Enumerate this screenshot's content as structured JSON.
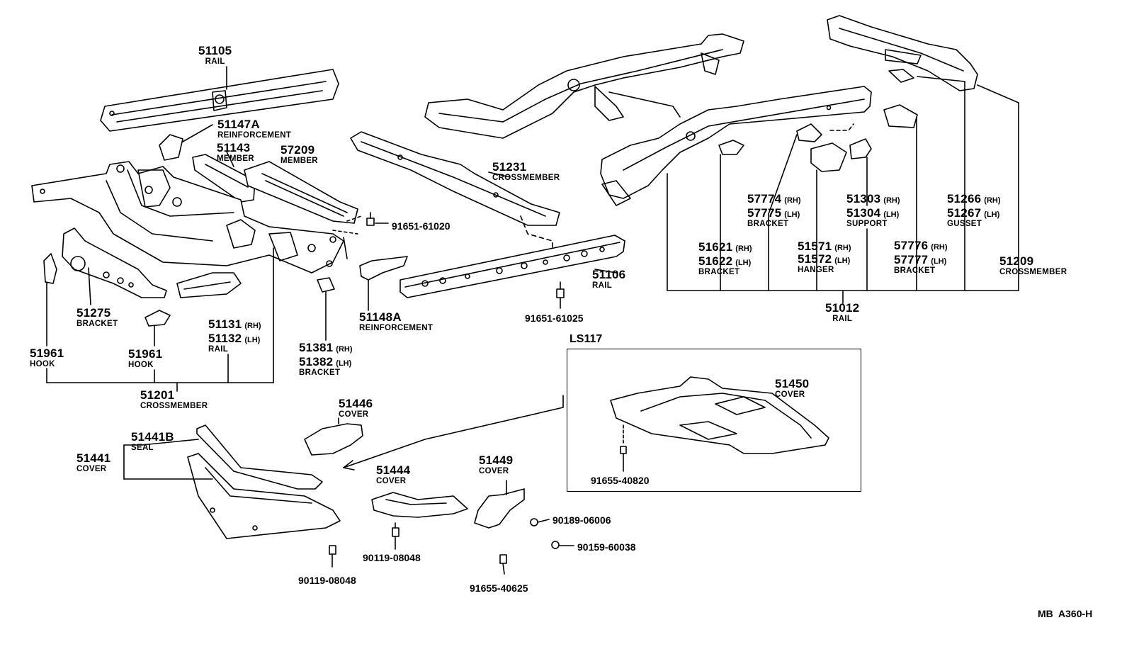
{
  "parts": {
    "p51105": {
      "num": "51105",
      "name": "RAIL"
    },
    "p51147A": {
      "num": "51147A",
      "name": "REINFORCEMENT"
    },
    "p51143": {
      "num": "51143",
      "name": "MEMBER"
    },
    "p57209": {
      "num": "57209",
      "name": "MEMBER"
    },
    "p51231": {
      "num": "51231",
      "name": "CROSSMEMBER"
    },
    "p91651_61020": {
      "num": "91651-61020"
    },
    "p51106": {
      "num": "51106",
      "name": "RAIL"
    },
    "p91651_61025": {
      "num": "91651-61025"
    },
    "p51148A": {
      "num": "51148A",
      "name": "REINFORCEMENT"
    },
    "p51381": {
      "num": "51381",
      "side": "(RH)"
    },
    "p51382": {
      "num": "51382",
      "side": "(LH)",
      "name": "BRACKET"
    },
    "p51275": {
      "num": "51275",
      "name": "BRACKET"
    },
    "p51131": {
      "num": "51131",
      "side": "(RH)"
    },
    "p51132": {
      "num": "51132",
      "side": "(LH)",
      "name": "RAIL"
    },
    "p51961a": {
      "num": "51961",
      "name": "HOOK"
    },
    "p51961b": {
      "num": "51961",
      "name": "HOOK"
    },
    "p51201": {
      "num": "51201",
      "name": "CROSSMEMBER"
    },
    "p57774": {
      "num": "57774",
      "side": "(RH)"
    },
    "p57775": {
      "num": "57775",
      "side": "(LH)",
      "name": "BRACKET"
    },
    "p51303": {
      "num": "51303",
      "side": "(RH)"
    },
    "p51304": {
      "num": "51304",
      "side": "(LH)",
      "name": "SUPPORT"
    },
    "p51266": {
      "num": "51266",
      "side": "(RH)"
    },
    "p51267": {
      "num": "51267",
      "side": "(LH)",
      "name": "GUSSET"
    },
    "p51621": {
      "num": "51621",
      "side": "(RH)"
    },
    "p51622": {
      "num": "51622",
      "side": "(LH)",
      "name": "BRACKET"
    },
    "p51571": {
      "num": "51571",
      "side": "(RH)"
    },
    "p51572": {
      "num": "51572",
      "side": "(LH)",
      "name": "HANGER"
    },
    "p57776": {
      "num": "57776",
      "side": "(RH)"
    },
    "p57777": {
      "num": "57777",
      "side": "(LH)",
      "name": "BRACKET"
    },
    "p51209": {
      "num": "51209",
      "name": "CROSSMEMBER"
    },
    "p51012": {
      "num": "51012",
      "name": "RAIL"
    },
    "p51446": {
      "num": "51446",
      "name": "COVER"
    },
    "p51441B": {
      "num": "51441B",
      "name": "SEAL"
    },
    "p51441": {
      "num": "51441",
      "name": "COVER"
    },
    "p51444": {
      "num": "51444",
      "name": "COVER"
    },
    "p51449": {
      "num": "51449",
      "name": "COVER"
    },
    "p51450": {
      "num": "51450",
      "name": "COVER"
    },
    "p91655_40820": {
      "num": "91655-40820"
    },
    "p90189_06006": {
      "num": "90189-06006"
    },
    "p90159_60038": {
      "num": "90159-60038"
    },
    "p90119_08048a": {
      "num": "90119-08048"
    },
    "p90119_08048b": {
      "num": "90119-08048"
    },
    "p91655_40625": {
      "num": "91655-40625"
    }
  },
  "box_label": "LS117",
  "drawing_code": "MB  A360-H"
}
